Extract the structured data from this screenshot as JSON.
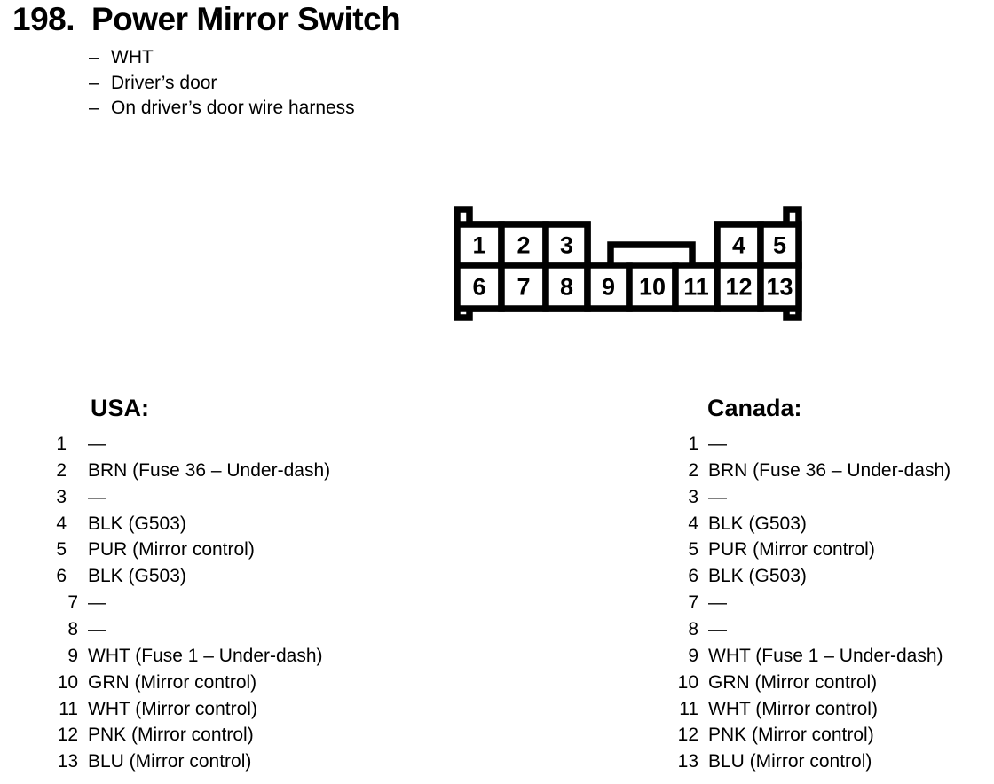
{
  "title": {
    "number": "198.",
    "text": "Power Mirror Switch"
  },
  "notes": {
    "dash": "–",
    "items": [
      "WHT",
      "Driver’s door",
      "On driver’s door wire harness"
    ]
  },
  "connector": {
    "pins": [
      "1",
      "2",
      "3",
      "4",
      "5",
      "6",
      "7",
      "8",
      "9",
      "10",
      "11",
      "12",
      "13"
    ]
  },
  "columns": [
    {
      "heading": "USA:",
      "pins": [
        {
          "num": "1",
          "label": "—"
        },
        {
          "num": "2",
          "label": "BRN (Fuse 36 – Under-dash)"
        },
        {
          "num": "3",
          "label": "—"
        },
        {
          "num": "4",
          "label": "BLK (G503)"
        },
        {
          "num": "5",
          "label": "PUR (Mirror control)"
        },
        {
          "num": "6",
          "label": "BLK (G503)"
        },
        {
          "num": "7",
          "label": "—"
        },
        {
          "num": "8",
          "label": "—"
        },
        {
          "num": "9",
          "label": "WHT (Fuse 1 – Under-dash)"
        },
        {
          "num": "10",
          "label": "GRN (Mirror control)"
        },
        {
          "num": "11",
          "label": "WHT (Mirror control)"
        },
        {
          "num": "12",
          "label": "PNK (Mirror control)"
        },
        {
          "num": "13",
          "label": "BLU (Mirror control)"
        }
      ]
    },
    {
      "heading": "Canada:",
      "pins": [
        {
          "num": "1",
          "label": "—"
        },
        {
          "num": "2",
          "label": "BRN (Fuse 36 – Under-dash)"
        },
        {
          "num": "3",
          "label": "—"
        },
        {
          "num": "4",
          "label": "BLK (G503)"
        },
        {
          "num": "5",
          "label": "PUR (Mirror control)"
        },
        {
          "num": "6",
          "label": "BLK (G503)"
        },
        {
          "num": "7",
          "label": "—"
        },
        {
          "num": "8",
          "label": "—"
        },
        {
          "num": "9",
          "label": "WHT (Fuse 1 – Under-dash)"
        },
        {
          "num": "10",
          "label": "GRN (Mirror control)"
        },
        {
          "num": "11",
          "label": "WHT (Mirror control)"
        },
        {
          "num": "12",
          "label": "PNK (Mirror control)"
        },
        {
          "num": "13",
          "label": "BLU (Mirror control)"
        }
      ]
    }
  ],
  "colors": {
    "ink": "#000000",
    "paper": "#ffffff"
  }
}
